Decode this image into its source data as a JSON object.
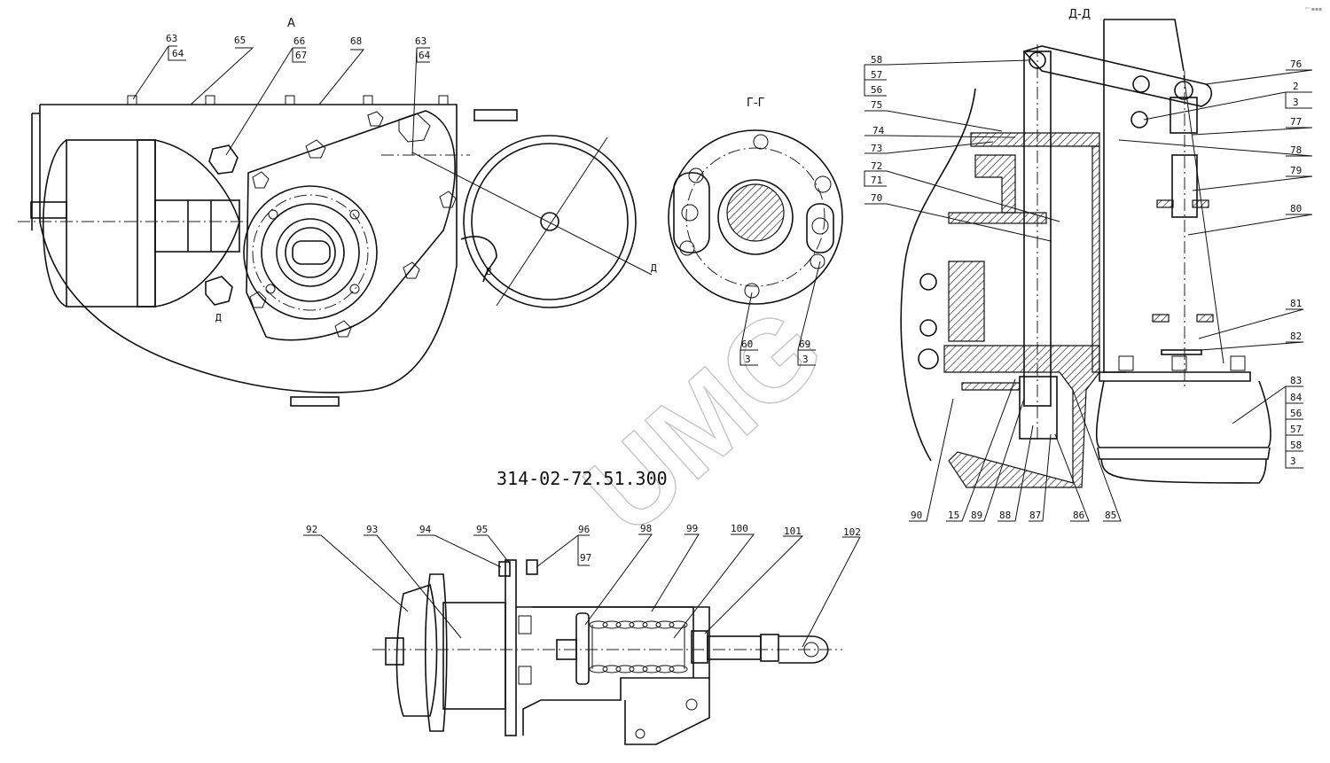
{
  "views": {
    "view_a": "А",
    "view_gg": "Г-Г",
    "view_dd": "Д-Д"
  },
  "section_marks": {
    "d1": "Д",
    "d2": "Д",
    "b": "В"
  },
  "drawing_number": "314-02-72.51.300",
  "watermark": "UMG",
  "corner_mark": "ᵉᵒ ▪▪▪",
  "callouts": [
    "63",
    "64",
    "65",
    "66",
    "67",
    "68",
    "63",
    "64",
    "60",
    "3",
    "69",
    "3",
    "58",
    "57",
    "56",
    "75",
    "74",
    "73",
    "72",
    "71",
    "70",
    "76",
    "2",
    "3",
    "77",
    "78",
    "79",
    "80",
    "81",
    "82",
    "83",
    "84",
    "56",
    "57",
    "58",
    "3",
    "90",
    "15",
    "89",
    "88",
    "87",
    "86",
    "85",
    "92",
    "93",
    "94",
    "95",
    "96",
    "97",
    "98",
    "99",
    "100",
    "101",
    "102"
  ]
}
